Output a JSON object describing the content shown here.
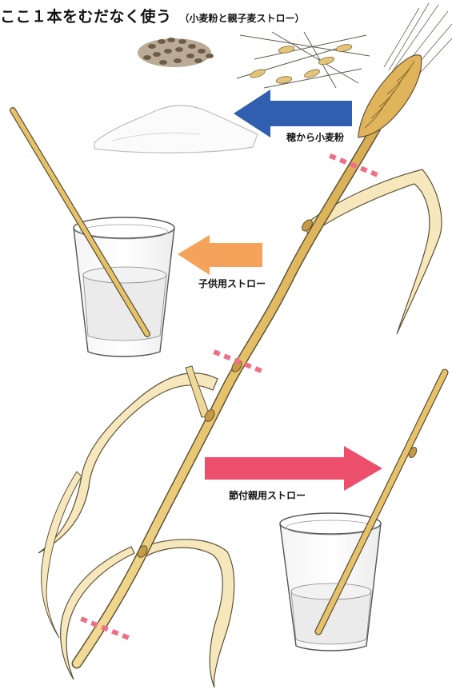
{
  "header": {
    "title": "ここ１本をむだなく使う",
    "subtitle": "（小麦粉と親子麦ストロー）"
  },
  "labels": {
    "flour": "穂から小麦粉",
    "child_straw": "子供用ストロー",
    "adult_straw": "節付親用ストロー"
  },
  "colors": {
    "flour_arrow": "#2f5fae",
    "child_arrow": "#f5a25a",
    "adult_arrow": "#ec4f6c",
    "cut_marks": "#ef6f86",
    "straw": "#e9c877",
    "straw_outline": "#6b5a2e"
  },
  "icons": [
    "wheat-grains-icon",
    "wheat-stalks-icon",
    "flour-pile-icon",
    "glass-icon",
    "wheat-ear-icon"
  ]
}
